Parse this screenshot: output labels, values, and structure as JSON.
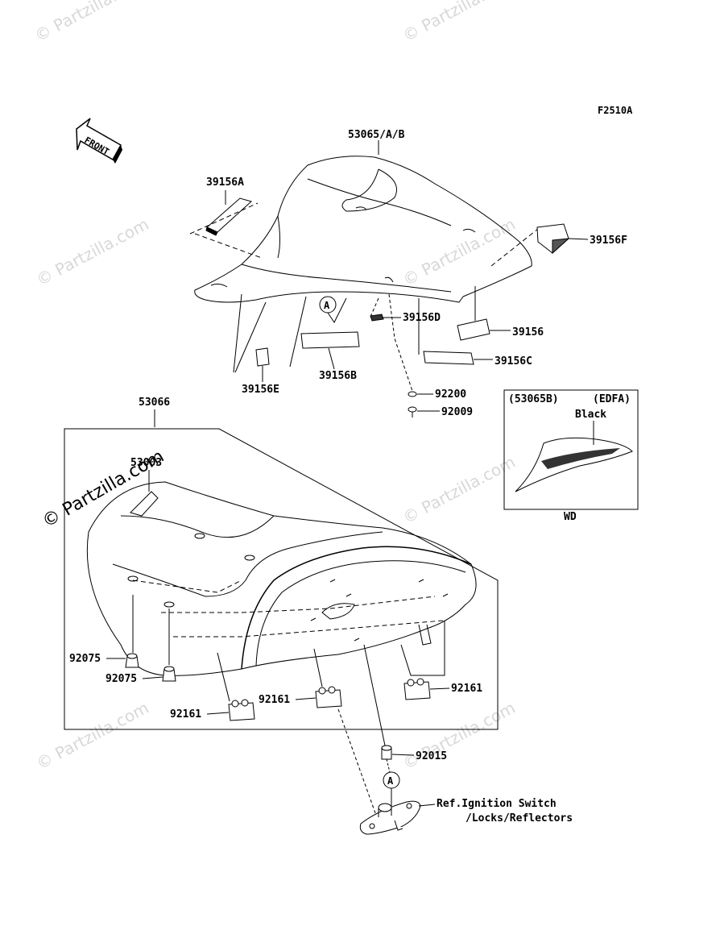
{
  "diagram_code": "F2510A",
  "front_label": "FRONT",
  "watermark": "© Partzilla.com",
  "callout_marker": "A",
  "parts": {
    "seat_cover": "53065/A/B",
    "seat": "53066",
    "p39156A": "39156A",
    "p39156F": "39156F",
    "p39156D": "39156D",
    "p39156": "39156",
    "p39156C": "39156C",
    "p39156B": "39156B",
    "p39156E": "39156E",
    "p92200": "92200",
    "p92009": "92009",
    "p53003": "53003",
    "p92075a": "92075",
    "p92075b": "92075",
    "p92161a": "92161",
    "p92161b": "92161",
    "p92161c": "92161",
    "p92015": "92015"
  },
  "inset": {
    "code": "(53065B)",
    "variant": "(EDFA)",
    "color": "Black",
    "caption": "WD"
  },
  "reference": {
    "line1": "Ref.Ignition Switch",
    "line2": "/Locks/Reflectors"
  }
}
